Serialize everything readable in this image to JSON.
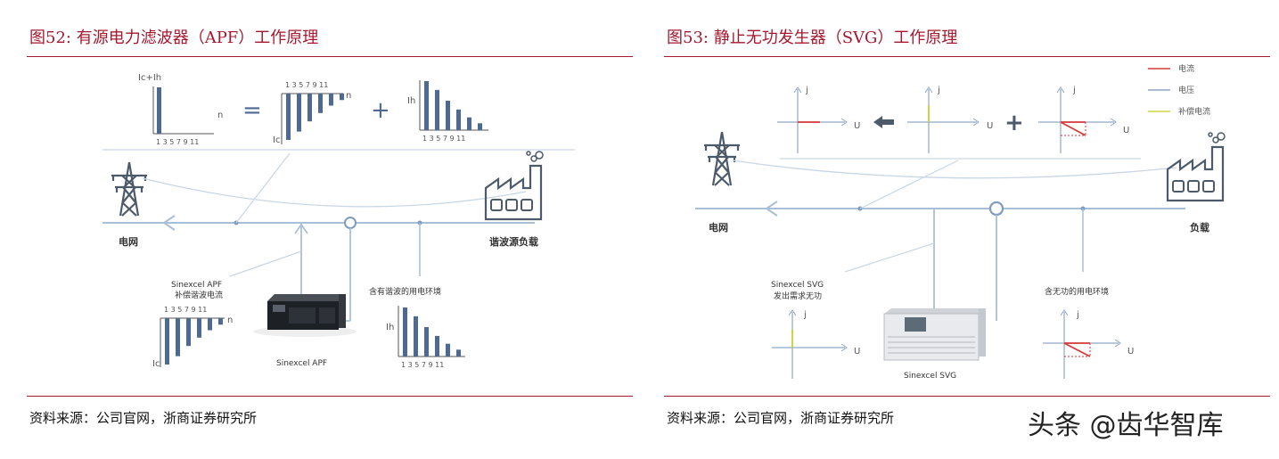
{
  "left": {
    "caption": "图52:  有源电力滤波器（APF）工作原理",
    "source": "资料来源：公司官网，浙商证券研究所",
    "grid_label": "电网",
    "load_label": "谐波源负载",
    "apf_label_1": "Sinexcel APF",
    "apf_label_2": "补偿谐波电流",
    "device_label": "Sinexcel APF",
    "env_label": "含有谐波的用电环境",
    "top_total_label": "Ic+Ih",
    "equals": "=",
    "plus": "+",
    "ic_label": "Ic",
    "ih_label": "Ih",
    "n_label": "n",
    "harmonic_ticks": "1  3  5  7  9  11",
    "comp_bars": [
      1.0,
      0.82,
      0.6,
      0.42,
      0.26,
      0.14
    ],
    "harm_bars": [
      1.0,
      0.82,
      0.6,
      0.42,
      0.26,
      0.14
    ]
  },
  "right": {
    "caption": "图53:  静止无功发生器（SVG）工作原理",
    "source": "资料来源：公司官网，浙商证券研究所",
    "grid_label": "电网",
    "load_label": "负载",
    "svg_label_1": "Sinexcel SVG",
    "svg_label_2": "发出需求无功",
    "device_label": "Sinexcel SVG",
    "env_label": "含无功的用电环境",
    "axis_j": "j",
    "axis_u": "U",
    "plus": "+",
    "legend": [
      {
        "label": "电流",
        "color": "#d63a3a"
      },
      {
        "label": "电压",
        "color": "#8fa6c3"
      },
      {
        "label": "补偿电流",
        "color": "#c8d645"
      }
    ]
  },
  "watermark": "头条 @齿华智库",
  "colors": {
    "accent": "#a5182e",
    "line": "#a9bfd8",
    "bar": "#4e6a93"
  }
}
